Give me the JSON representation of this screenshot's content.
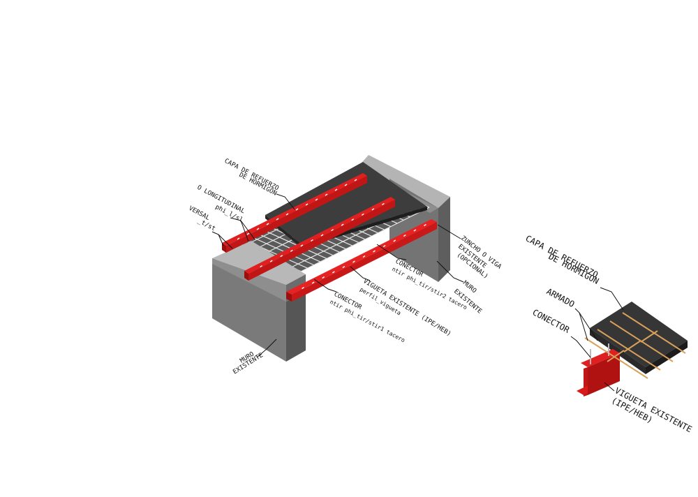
{
  "main": {
    "capa_1": "CAPA DE REFUERZO",
    "capa_2": "DE HORMIGÓN",
    "long_1": "O LONGITUDINAL",
    "long_2": "phi_l/sl",
    "trans_1": "VERSAL",
    "trans_2": "_t/st",
    "zuncho_1": "ZUNCHO O VIGA",
    "zuncho_2": "EXISTENTE",
    "zuncho_3": "(OPCIONAL)",
    "conector_a_1": "CONECTOR",
    "conector_a_2": "ntir phi_tir/stir2 tacero",
    "vigueta_1": "VIGUETA EXISTENTE (IPE/HEB)",
    "vigueta_2": "perfil_vigueta",
    "conector_b_1": "CONECTOR",
    "conector_b_2": "ntir phi_tir/stir1 tacero",
    "muro_right_1": "MURO",
    "muro_right_2": "EXISTENTE",
    "muro_left_1": "MURO",
    "muro_left_2": "EXISTENTE"
  },
  "detail": {
    "capa_1": "CAPA DE REFUERZO",
    "capa_2": "DE HORMIGÓN",
    "armado": "ARMADO",
    "conector": "CONECTOR",
    "vigueta_1": "VIGUETA EXISTENTE",
    "vigueta_2": "(IPE/HEB)"
  },
  "colors": {
    "concrete_wall": "#6b6b6b",
    "slab": "#3a3a3a",
    "steel": "#d01818",
    "rebar": "#f2f2f2"
  }
}
